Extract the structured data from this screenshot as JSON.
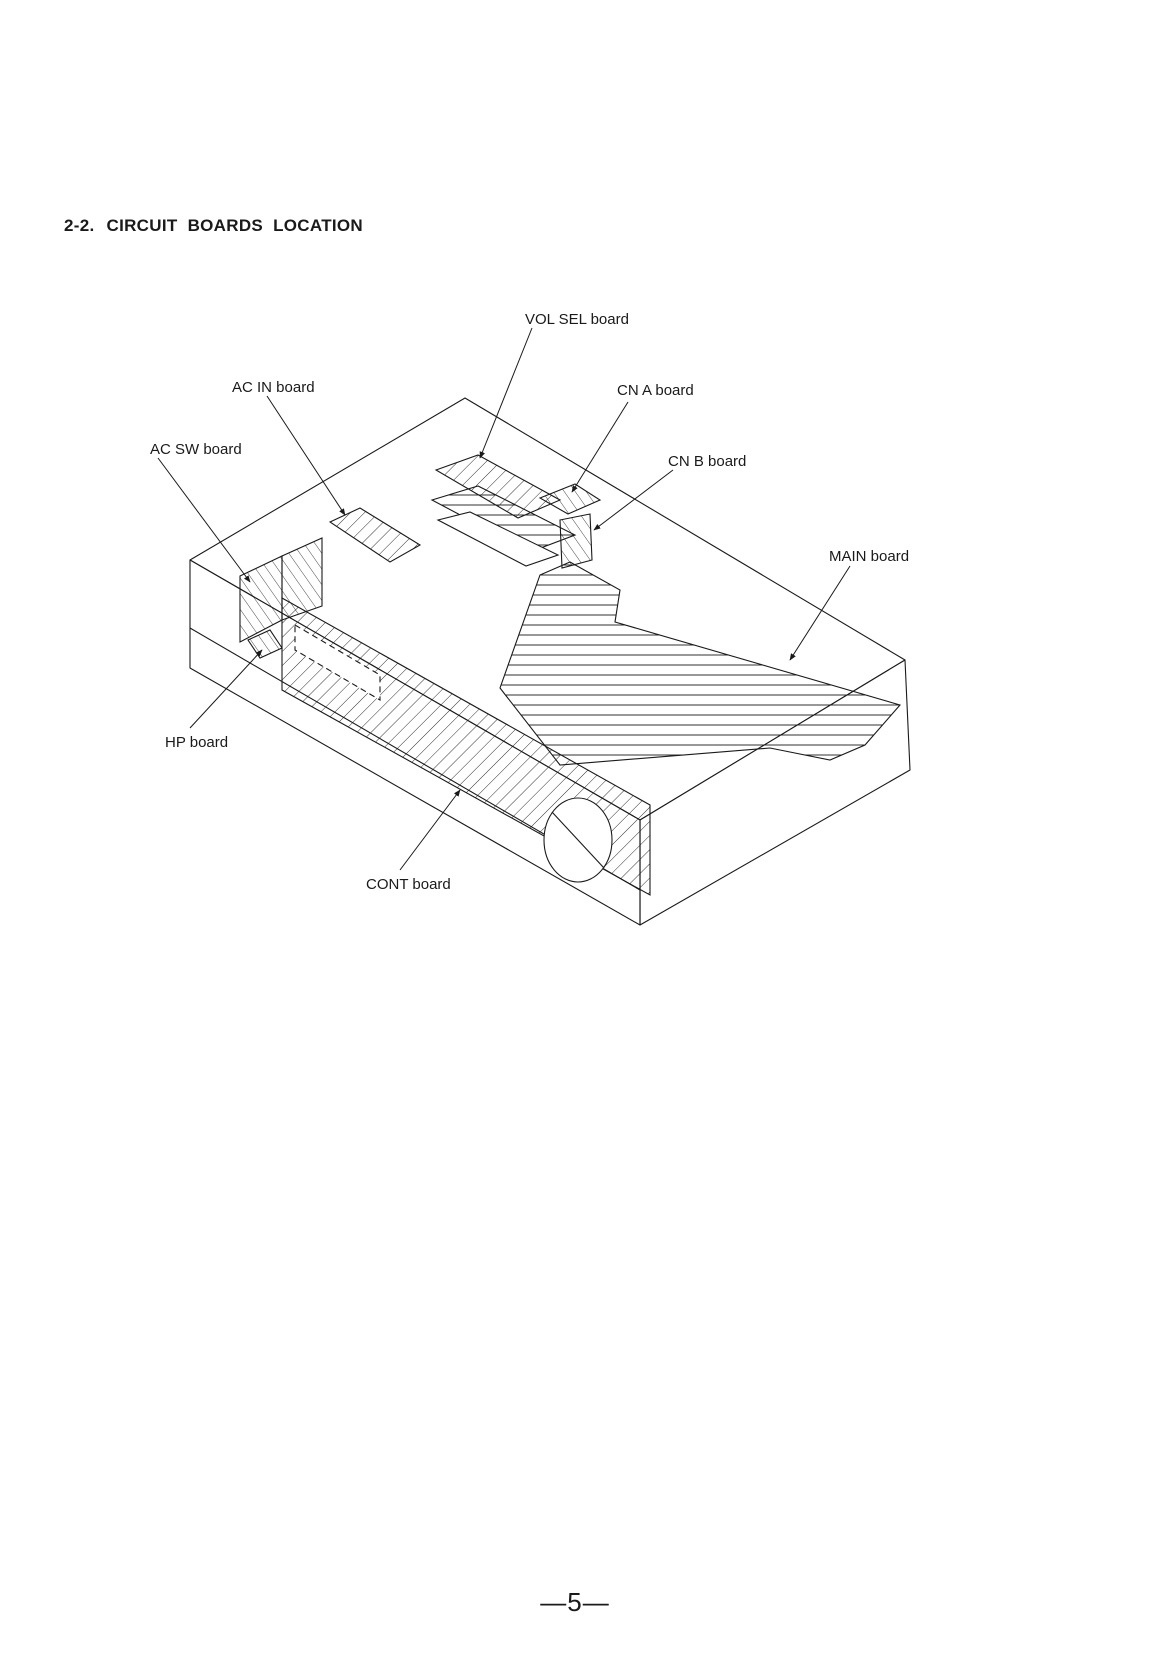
{
  "section": {
    "number": "2-2.",
    "title": "CIRCUIT  BOARDS  LOCATION"
  },
  "callouts": {
    "vol_sel": "VOL SEL board",
    "ac_in": "AC IN board",
    "cn_a": "CN A board",
    "ac_sw": "AC SW board",
    "cn_b": "CN B board",
    "main": "MAIN board",
    "hp": "HP board",
    "cont": "CONT board"
  },
  "page_number": "—5—",
  "colors": {
    "ink": "#1a1a1a",
    "paper": "#ffffff",
    "board_fill": "#e8e8e8"
  }
}
